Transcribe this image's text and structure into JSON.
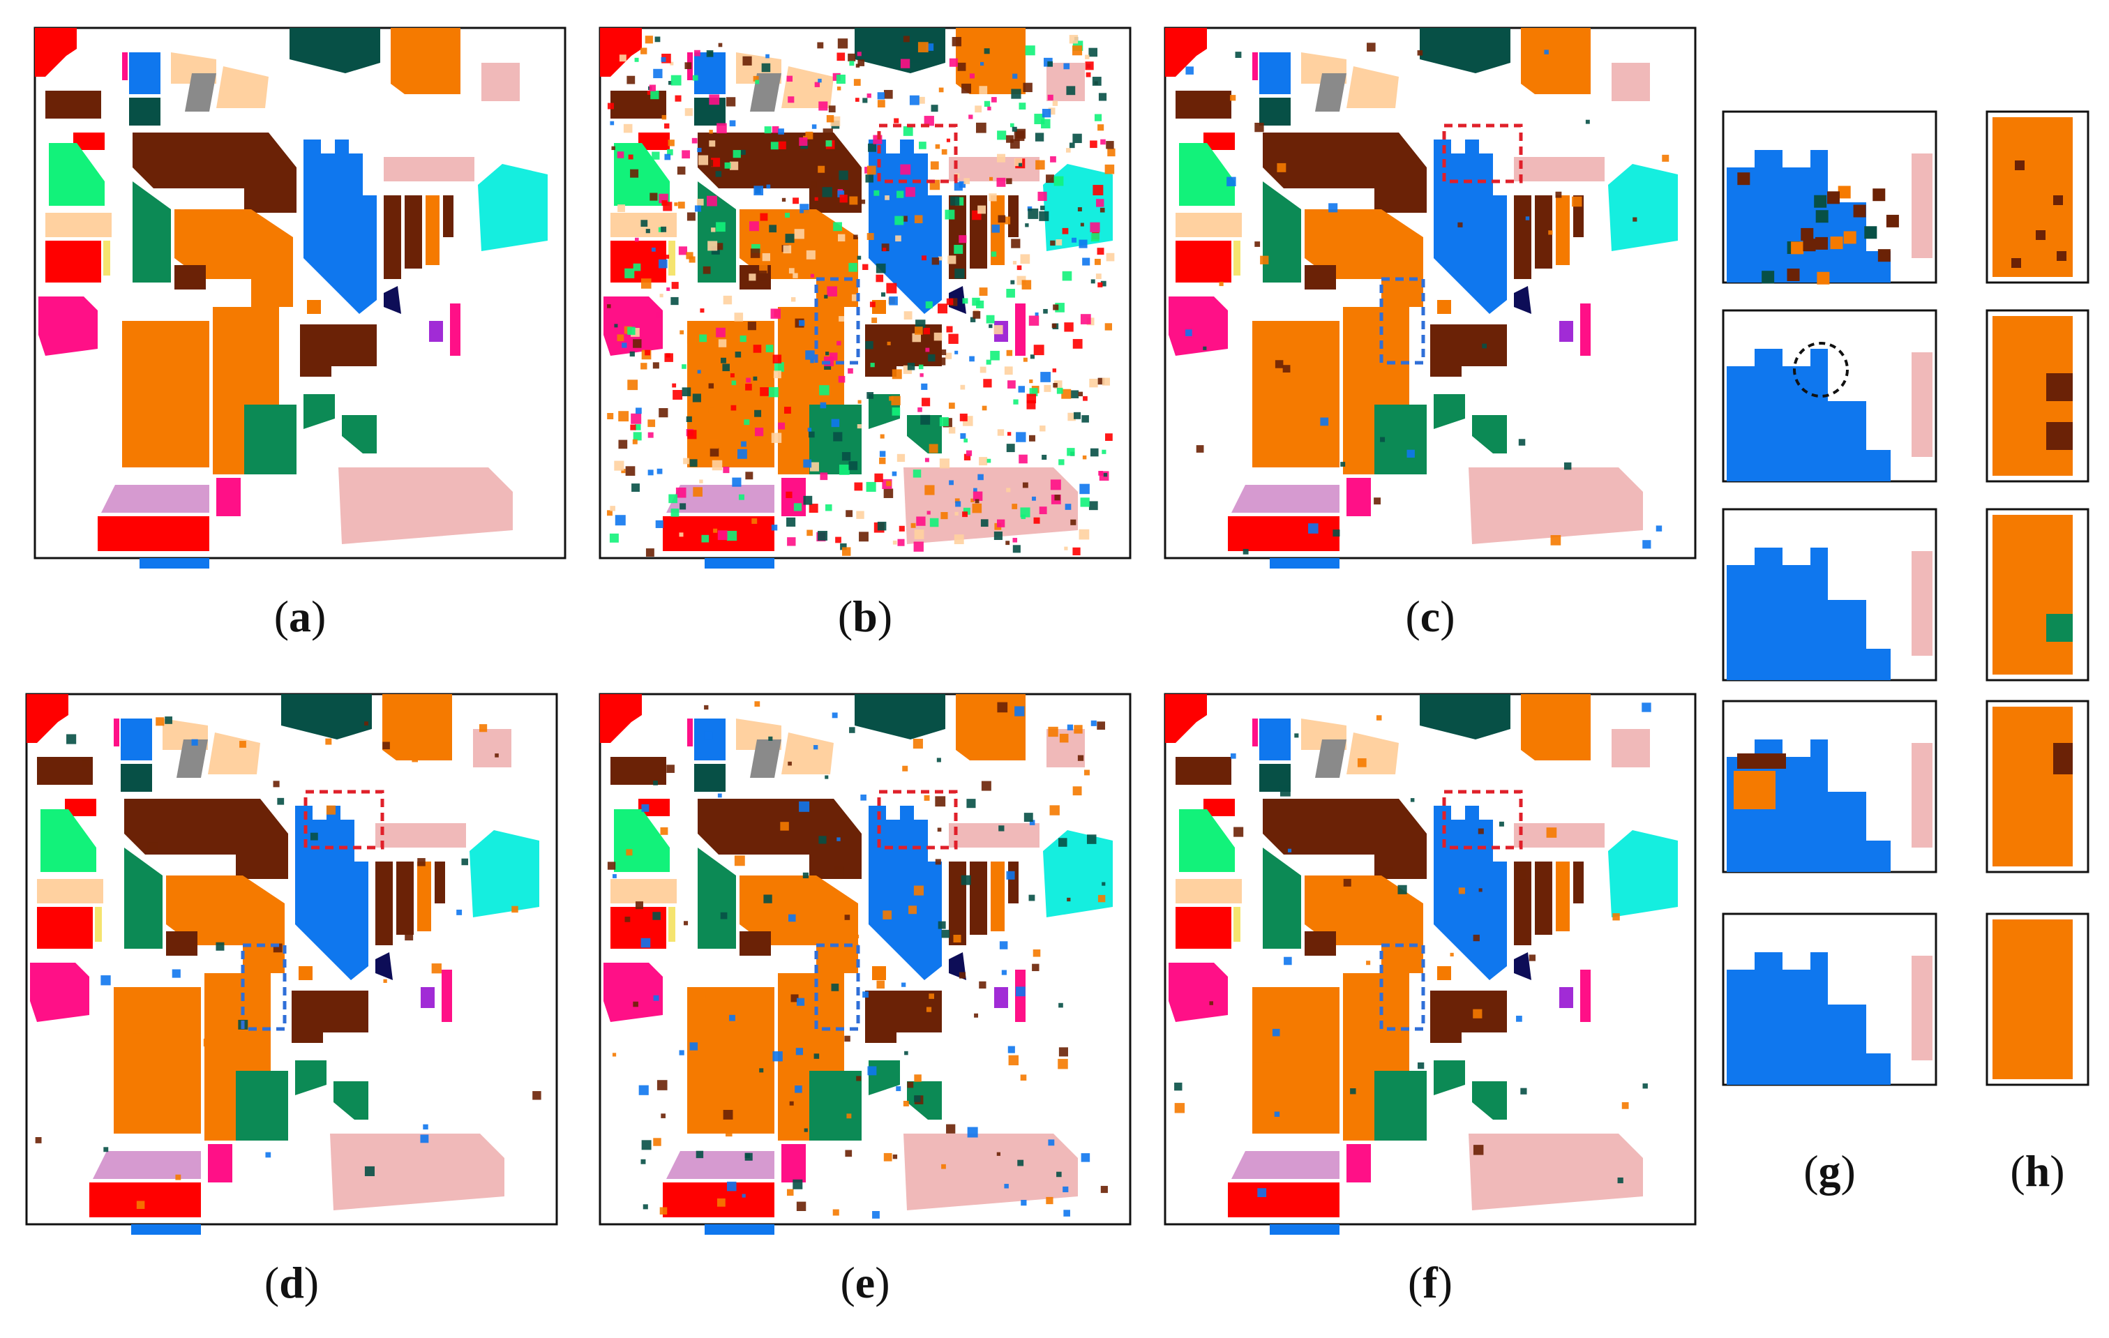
{
  "figure": {
    "panels": [
      {
        "id": "a",
        "caption": "a",
        "variant": "ground-truth"
      },
      {
        "id": "b",
        "caption": "b",
        "variant": "noisy"
      },
      {
        "id": "c",
        "caption": "c",
        "variant": "clean"
      },
      {
        "id": "d",
        "caption": "d",
        "variant": "clean"
      },
      {
        "id": "e",
        "caption": "e",
        "variant": "mixed"
      },
      {
        "id": "f",
        "caption": "f",
        "variant": "clean"
      }
    ],
    "zoom_columns": [
      {
        "id": "g",
        "caption": "g",
        "content": "blue region close-up crops"
      },
      {
        "id": "h",
        "caption": "h",
        "content": "orange strip close-up crops"
      }
    ],
    "highlight_boxes": {
      "red": "#e0202a",
      "blue": "#2f6fd8",
      "black_circle": "#111111"
    }
  },
  "palette": {
    "red": "#ff0000",
    "orange": "#f57a00",
    "brown": "#6b2206",
    "blue": "#0f77ee",
    "darkgreen": "#075046",
    "green": "#0c8a55",
    "lightgreen": "#12f27a",
    "peach": "#ffd1a0",
    "pink": "#f0b9b9",
    "magenta": "#ff1087",
    "cyan": "#15eedf",
    "lilac": "#d69ad0",
    "purple": "#a12bd6",
    "navy": "#0d0d57",
    "gray": "#8a8a8a",
    "yellow": "#f5e46f"
  }
}
